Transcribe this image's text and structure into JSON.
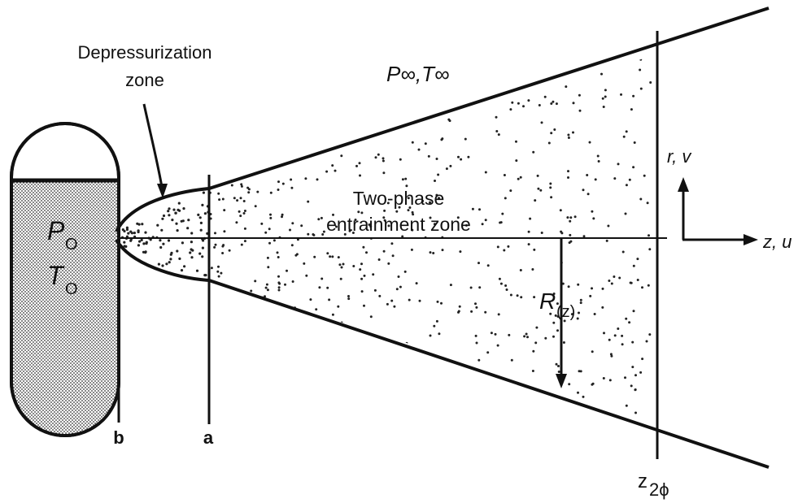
{
  "labels": {
    "depressurization_line1": "Depressurization",
    "depressurization_line2": "zone",
    "ambient": "P∞,T∞",
    "two_phase_line1": "Two-phase",
    "two_phase_line2": "entrainment zone",
    "p0_main": "P",
    "p0_sub": "O",
    "t0_main": "T",
    "t0_sub": "O",
    "radius_main": "R",
    "radius_sub": "(z)",
    "axis_r": "r, v",
    "axis_z": "z, u",
    "station_b": "b",
    "station_a": "a",
    "station_z_main": "z",
    "station_z_sub": "2ϕ"
  }
}
